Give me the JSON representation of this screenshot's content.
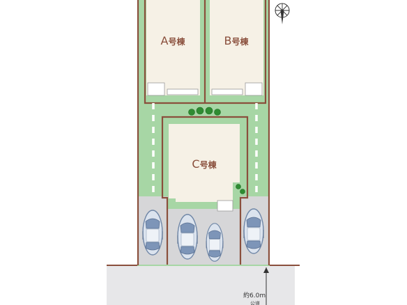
{
  "buildings": [
    {
      "letter": "A",
      "suffix": "号棟"
    },
    {
      "letter": "B",
      "suffix": "号棟"
    },
    {
      "letter": "C",
      "suffix": "号棟"
    }
  ],
  "road": {
    "width_label": "約6.0m",
    "type_label": "公道"
  },
  "colors": {
    "garden": "#a7d6a5",
    "building_fill": "#f6f1e6",
    "boundary": "#8a4f3c",
    "parking": "#d6d6d8",
    "road": "#e7e7e9",
    "tree": "#2f8c32"
  },
  "icons": {
    "north": "compass-icon",
    "car": "car-icon",
    "tree": "tree-icon"
  }
}
